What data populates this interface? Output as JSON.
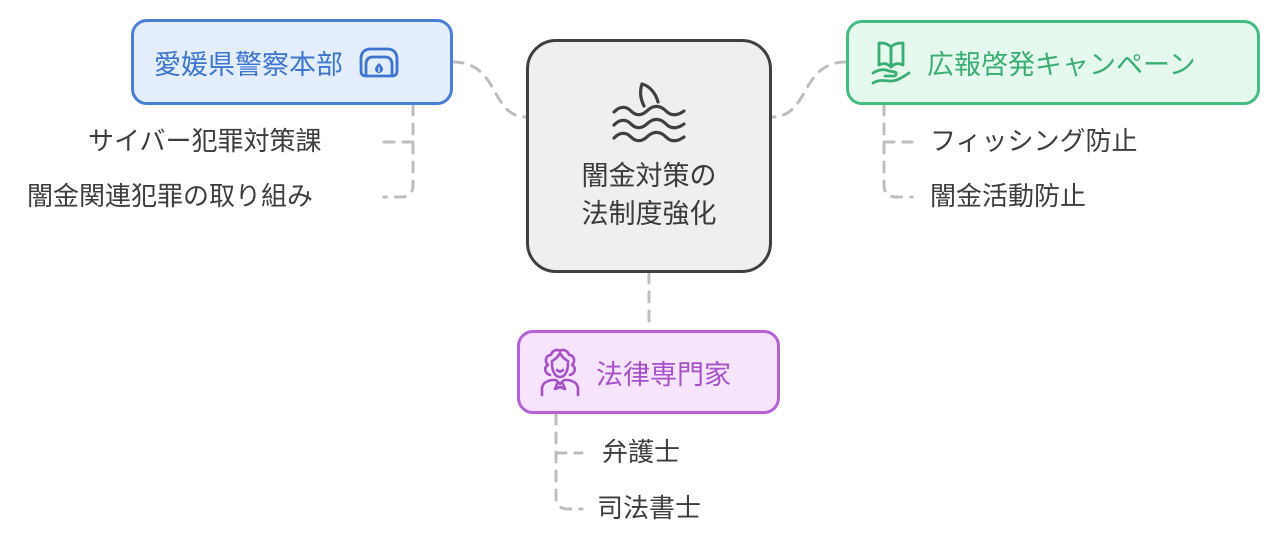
{
  "diagram": {
    "type": "mind-map",
    "central": {
      "label": "闇金対策の法制度強化",
      "line1": "闇金対策の",
      "line2": "法制度強化",
      "icon": "shark-fin-waves-icon"
    },
    "branches": [
      {
        "id": "police",
        "label": "愛媛県警察本部",
        "icon": "police-cap-icon",
        "color": "#4a7fd6",
        "fill": "#e3edfc",
        "children": [
          "サイバー犯罪対策課",
          "闇金関連犯罪の取り組み"
        ]
      },
      {
        "id": "campaign",
        "label": "広報啓発キャンペーン",
        "icon": "open-book-hand-icon",
        "color": "#45bd82",
        "fill": "#e5f8ee",
        "children": [
          "フィッシング防止",
          "闇金活動防止"
        ]
      },
      {
        "id": "legal",
        "label": "法律専門家",
        "icon": "lawyer-wig-icon",
        "color": "#b562d6",
        "fill": "#f6e3fc",
        "children": [
          "弁護士",
          "司法書士"
        ]
      }
    ],
    "connector_color": "#bdbdbd",
    "central_border_color": "#3f3f3f"
  }
}
